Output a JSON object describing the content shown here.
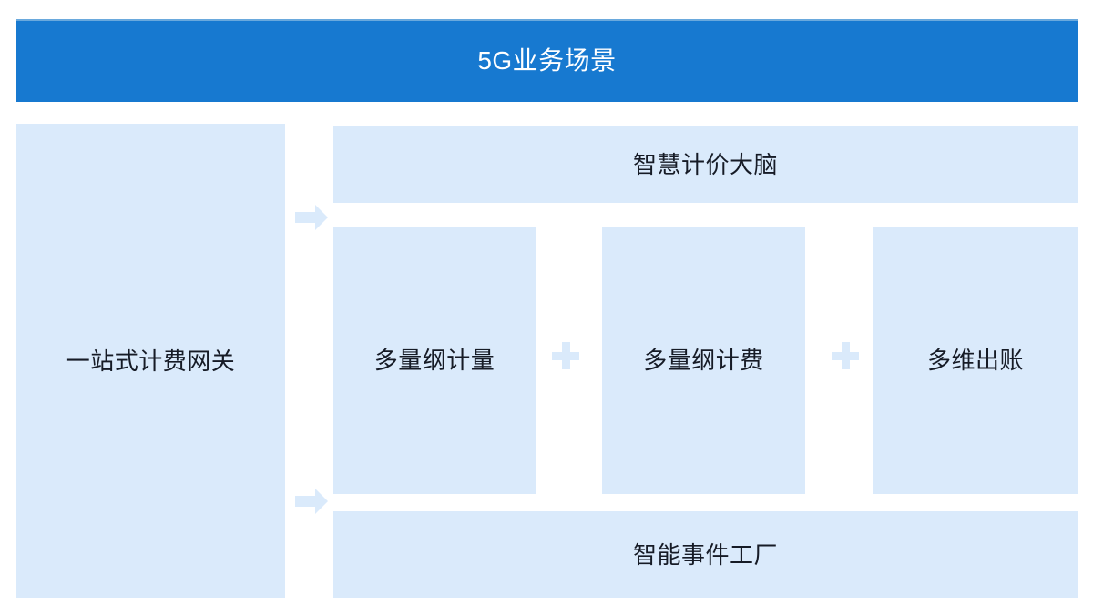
{
  "header": {
    "title": "5G业务场景",
    "background_color": "#1779d0",
    "text_color": "#ffffff"
  },
  "colors": {
    "panel_fill": "#daeafb",
    "panel_text": "#161b26",
    "accent_blue": "#1779d0"
  },
  "gateway": {
    "label": "一站式计费网关"
  },
  "brain": {
    "label": "智慧计价大脑"
  },
  "factory": {
    "label": "智能事件工厂"
  },
  "capabilities": [
    {
      "label": "多量纲计量"
    },
    {
      "label": "多量纲计费"
    },
    {
      "label": "多维出账"
    }
  ],
  "separators": [
    {
      "symbol": "+"
    },
    {
      "symbol": "+"
    }
  ],
  "arrows": [
    {
      "direction": "right"
    },
    {
      "direction": "right"
    }
  ]
}
